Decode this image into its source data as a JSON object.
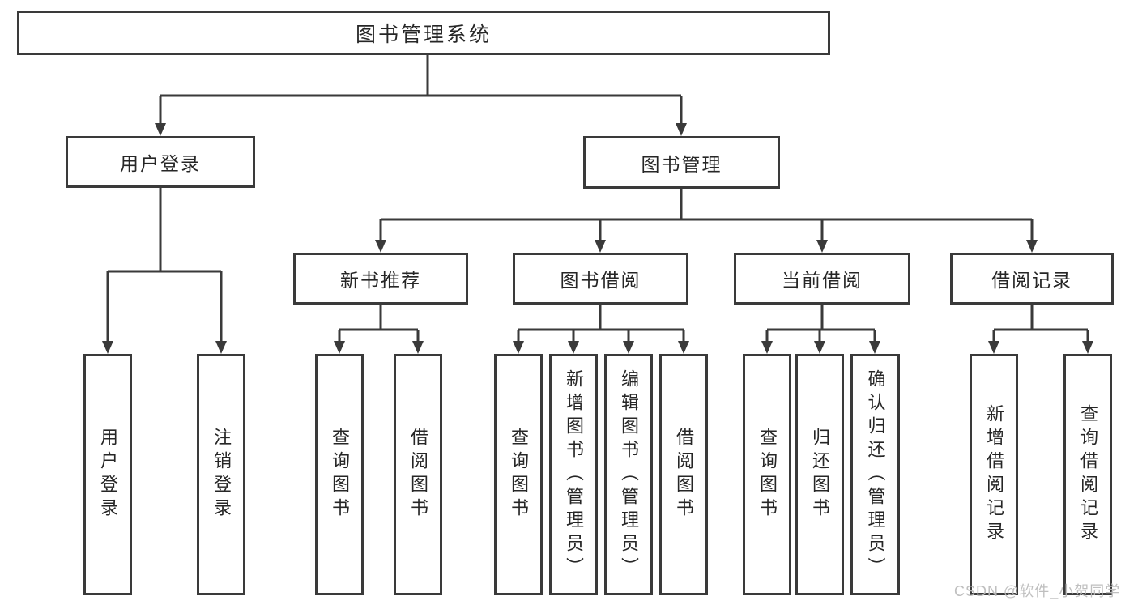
{
  "tree": {
    "label": "图书管理系统",
    "children": [
      {
        "label": "用户登录",
        "children": [
          {
            "label": "用户登录"
          },
          {
            "label": "注销登录"
          }
        ]
      },
      {
        "label": "图书管理",
        "children": [
          {
            "label": "新书推荐",
            "children": [
              {
                "label": "查询图书"
              },
              {
                "label": "借阅图书"
              }
            ]
          },
          {
            "label": "图书借阅",
            "children": [
              {
                "label": "查询图书"
              },
              {
                "label": "新增图书（管理员）"
              },
              {
                "label": "编辑图书（管理员）"
              },
              {
                "label": "借阅图书"
              }
            ]
          },
          {
            "label": "当前借阅",
            "children": [
              {
                "label": "查询图书"
              },
              {
                "label": "归还图书"
              },
              {
                "label": "确认归还（管理员）"
              }
            ]
          },
          {
            "label": "借阅记录",
            "children": [
              {
                "label": "新增借阅记录"
              },
              {
                "label": "查询借阅记录"
              }
            ]
          }
        ]
      }
    ]
  },
  "watermark": "CSDN @软件_小贺同学",
  "colors": {
    "line": "#3a3a3a",
    "border": "#3a3a3a",
    "text": "#262626",
    "background": "#ffffff",
    "watermark": "#bcbcbc"
  }
}
